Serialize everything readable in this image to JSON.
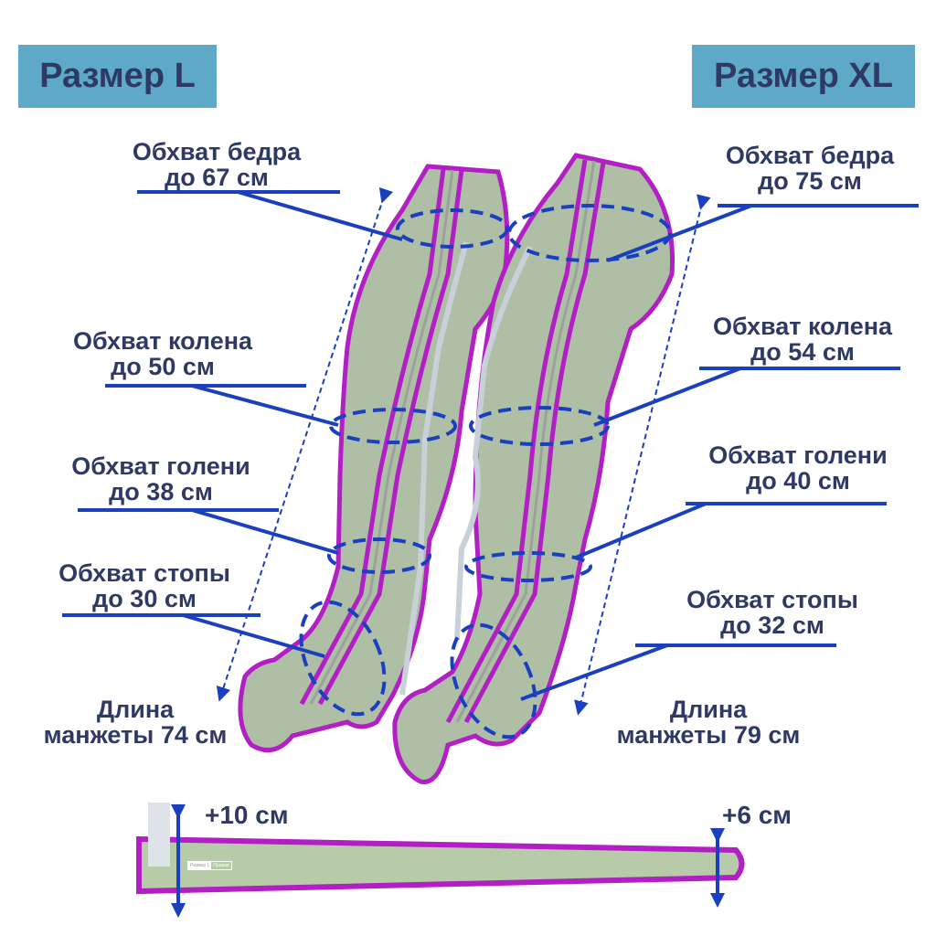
{
  "sizes": {
    "left": {
      "title": "Размер L",
      "thigh": [
        "Обхват бедра",
        "до 67 см"
      ],
      "knee": [
        "Обхват колена",
        "до 50 см"
      ],
      "shin": [
        "Обхват голени",
        "до 38 см"
      ],
      "foot": [
        "Обхват стопы",
        "до 30 см"
      ],
      "length": [
        "Длина",
        "манжеты 74 см"
      ]
    },
    "right": {
      "title": "Размер XL",
      "thigh": [
        "Обхват бедра",
        "до 75 см"
      ],
      "knee": [
        "Обхват колена",
        "до 54 см"
      ],
      "shin": [
        "Обхват голени",
        "до 40 см"
      ],
      "foot": [
        "Обхват стопы",
        "до 32 см"
      ],
      "length": [
        "Длина",
        "манжеты 79 см"
      ]
    }
  },
  "extension": {
    "wide_end": "+10 см",
    "narrow_end": "+6 см",
    "tag": [
      "Размер L",
      "Правая"
    ]
  },
  "colors": {
    "label_text": "#2e3a63",
    "title_box": "#5ea9c8",
    "leader_lines": "#1a3fbf",
    "cuff_body": "#aebfa6",
    "cuff_trim": "#b21fc4"
  }
}
